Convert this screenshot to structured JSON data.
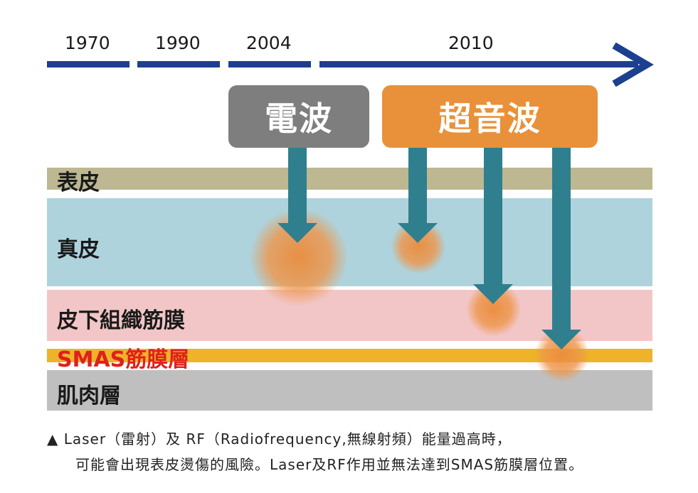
{
  "timeline": {
    "years": [
      "1970",
      "1990",
      "2004",
      "2010"
    ]
  },
  "technologies": {
    "rf": "電波",
    "ultrasound": "超音波"
  },
  "layers": {
    "epidermis": "表皮",
    "dermis": "真皮",
    "subcutaneous": "皮下組織筋膜",
    "smas": "SMAS筋膜層",
    "muscle": "肌肉層"
  },
  "colors": {
    "timeline": "#1d3f8f",
    "rf_box": "#7e7e7e",
    "ultrasound_box": "#e8913a",
    "arrow": "#2f7f8e",
    "epidermis": "#bdb792",
    "dermis": "#aed3dd",
    "subcutaneous": "#f2c6c6",
    "smas": "#eeb328",
    "smas_text": "#e0201c",
    "muscle": "#bfbfbf"
  },
  "note": {
    "line1": "▲ Laser（雷射）及 RF（Radiofrequency,無線射頻）能量過高時，",
    "line2": "可能會出現表皮燙傷的風險。Laser及RF作用並無法達到SMAS筋膜層位置。"
  }
}
